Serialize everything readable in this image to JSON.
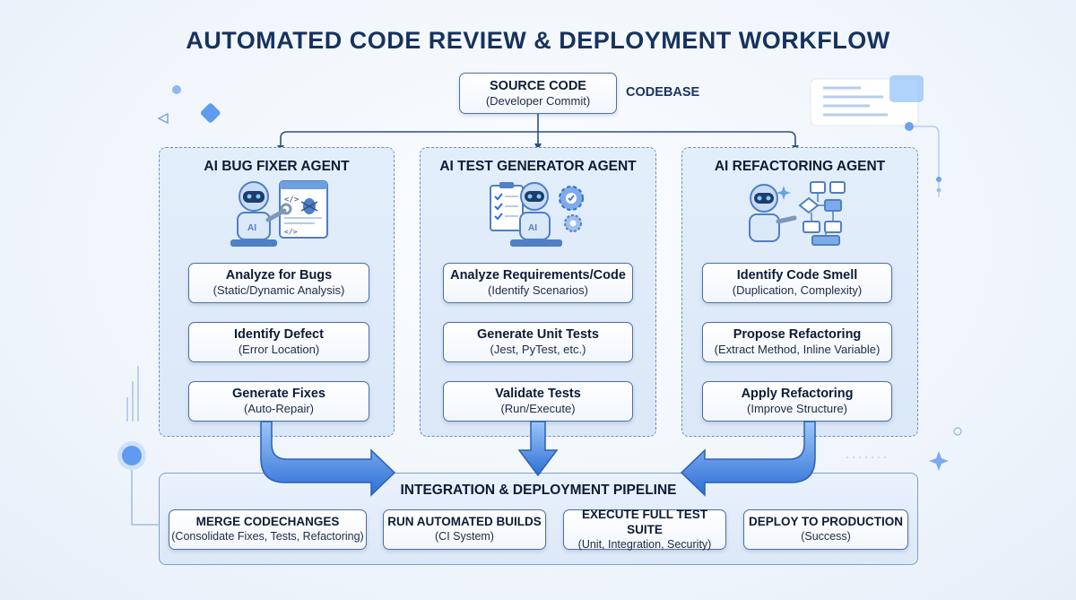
{
  "title": "AUTOMATED CODE REVIEW & DEPLOYMENT WORKFLOW",
  "source": {
    "title": "SOURCE CODE",
    "subtitle": "(Developer Commit)",
    "label": "CODEBASE"
  },
  "agents": [
    {
      "title": "AI BUG FIXER AGENT",
      "icon": "robot-with-wrench-and-bug-icon",
      "steps": [
        {
          "title": "Analyze for Bugs",
          "subtitle": "(Static/Dynamic Analysis)"
        },
        {
          "title": "Identify Defect",
          "subtitle": "(Error Location)"
        },
        {
          "title": "Generate Fixes",
          "subtitle": "(Auto-Repair)"
        }
      ]
    },
    {
      "title": "AI TEST GENERATOR AGENT",
      "icon": "robot-with-checklist-and-gears-icon",
      "steps": [
        {
          "title": "Analyze Requirements/Code",
          "subtitle": "(Identify Scenarios)"
        },
        {
          "title": "Generate Unit Tests",
          "subtitle": "(Jest, PyTest, etc.)"
        },
        {
          "title": "Validate Tests",
          "subtitle": "(Run/Execute)"
        }
      ]
    },
    {
      "title": "AI REFACTORING AGENT",
      "icon": "robot-with-flowchart-icon",
      "steps": [
        {
          "title": "Identify Code Smell",
          "subtitle": "(Duplication, Complexity)"
        },
        {
          "title": "Propose Refactoring",
          "subtitle": "(Extract Method, Inline Variable)"
        },
        {
          "title": "Apply Refactoring",
          "subtitle": "(Improve Structure)"
        }
      ]
    }
  ],
  "pipeline": {
    "title": "INTEGRATION & DEPLOYMENT PIPELINE",
    "steps": [
      {
        "title": "MERGE CODECHANGES",
        "subtitle": "(Consolidate Fixes, Tests, Refactoring)"
      },
      {
        "title": "RUN AUTOMATED BUILDS",
        "subtitle": "(CI System)"
      },
      {
        "title": "EXECUTE FULL TEST SUITE",
        "subtitle": "(Unit, Integration, Security)"
      },
      {
        "title": "DEPLOY TO PRODUCTION",
        "subtitle": "(Success)"
      }
    ]
  },
  "colors": {
    "accent": "#2f6fd6",
    "arrow": "#3a7de0",
    "line": "#2d4f80",
    "title": "#16325e"
  }
}
